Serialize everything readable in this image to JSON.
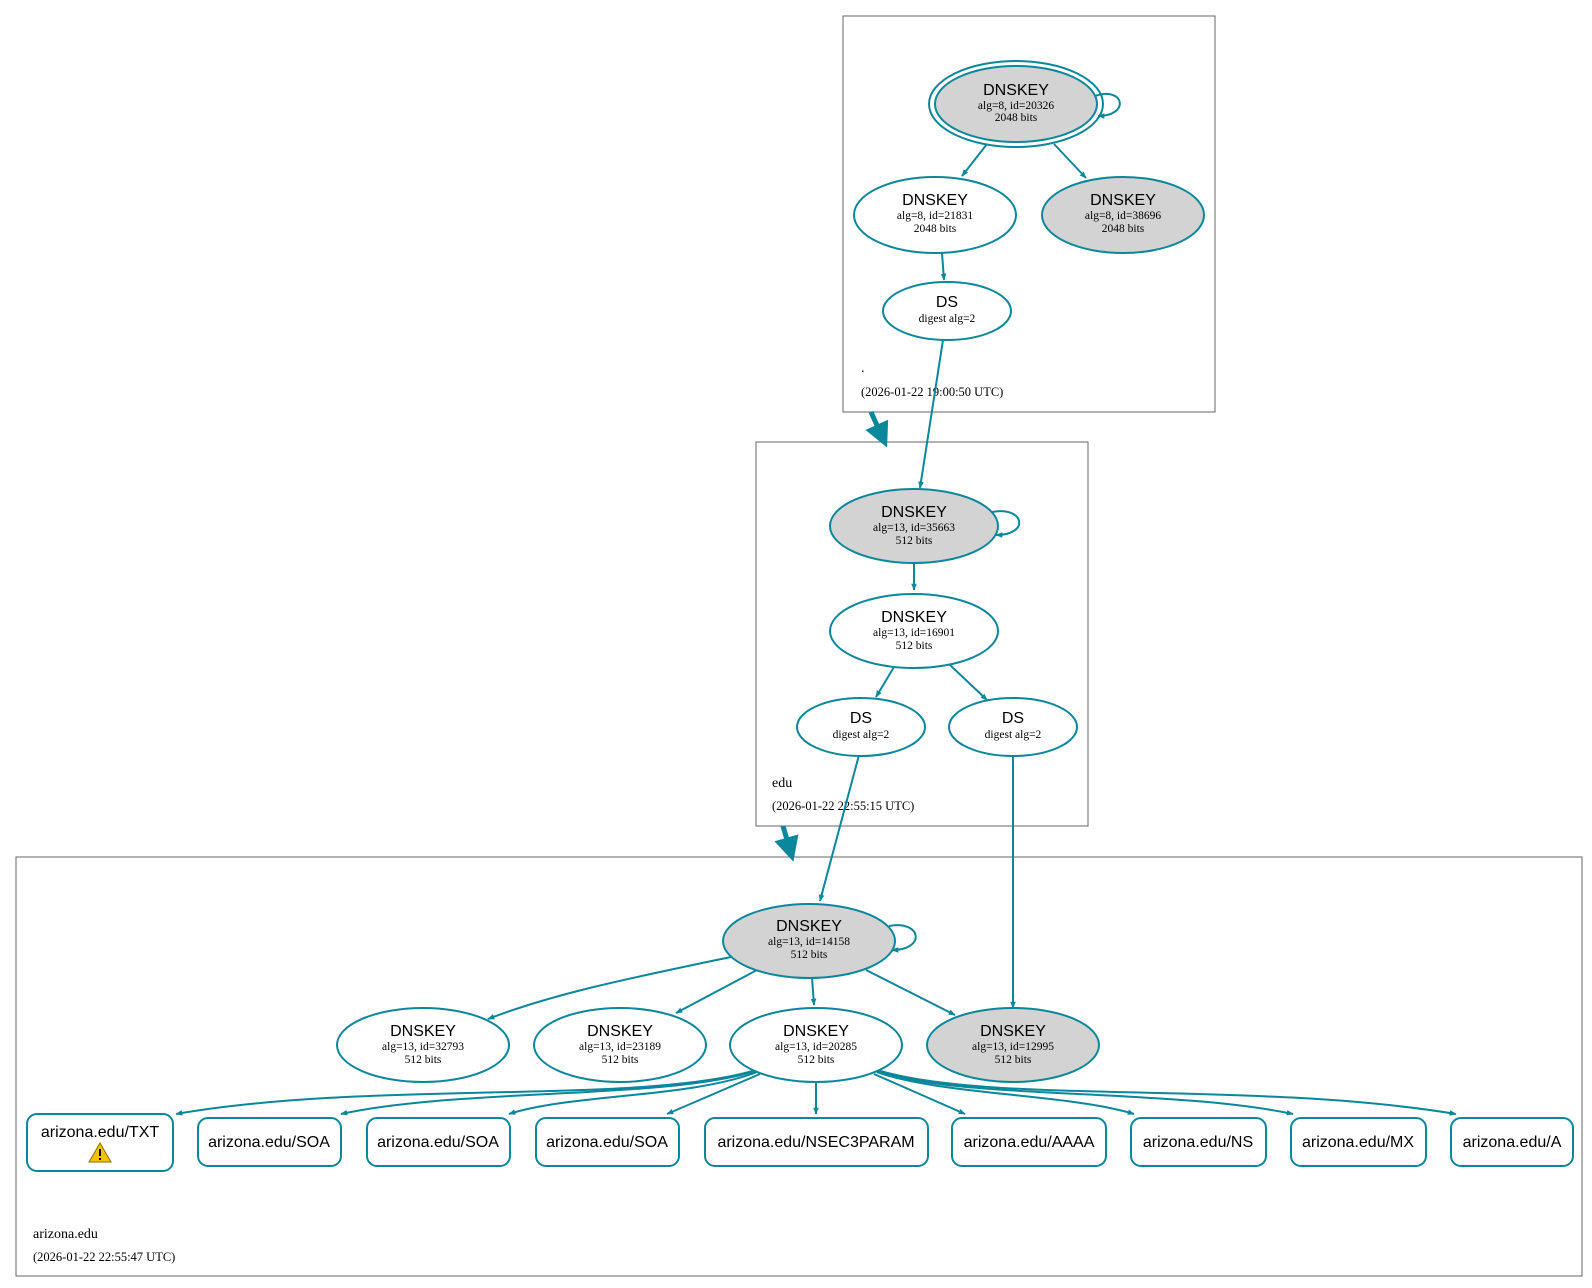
{
  "colors": {
    "edge": "#0a879a",
    "ksk_fill": "#d3d3d3",
    "zsk_fill": "#ffffff",
    "warning": "#f2c400"
  },
  "zones": {
    "root": {
      "name": ".",
      "timestamp": "(2026-01-22 19:00:50 UTC)"
    },
    "edu": {
      "name": "edu",
      "timestamp": "(2026-01-22 22:55:15 UTC)"
    },
    "arizona": {
      "name": "arizona.edu",
      "timestamp": "(2026-01-22 22:55:47 UTC)"
    }
  },
  "nodes": {
    "root_ksk": {
      "title": "DNSKEY",
      "line1": "alg=8, id=20326",
      "line2": "2048 bits"
    },
    "root_zsk1": {
      "title": "DNSKEY",
      "line1": "alg=8, id=21831",
      "line2": "2048 bits"
    },
    "root_zsk2": {
      "title": "DNSKEY",
      "line1": "alg=8, id=38696",
      "line2": "2048 bits"
    },
    "root_ds": {
      "title": "DS",
      "line1": "digest alg=2"
    },
    "edu_ksk": {
      "title": "DNSKEY",
      "line1": "alg=13, id=35663",
      "line2": "512 bits"
    },
    "edu_zsk": {
      "title": "DNSKEY",
      "line1": "alg=13, id=16901",
      "line2": "512 bits"
    },
    "edu_ds1": {
      "title": "DS",
      "line1": "digest alg=2"
    },
    "edu_ds2": {
      "title": "DS",
      "line1": "digest alg=2"
    },
    "az_ksk": {
      "title": "DNSKEY",
      "line1": "alg=13, id=14158",
      "line2": "512 bits"
    },
    "az_k1": {
      "title": "DNSKEY",
      "line1": "alg=13, id=32793",
      "line2": "512 bits"
    },
    "az_k2": {
      "title": "DNSKEY",
      "line1": "alg=13, id=23189",
      "line2": "512 bits"
    },
    "az_k3": {
      "title": "DNSKEY",
      "line1": "alg=13, id=20285",
      "line2": "512 bits"
    },
    "az_k4": {
      "title": "DNSKEY",
      "line1": "alg=13, id=12995",
      "line2": "512 bits"
    }
  },
  "rrsets": {
    "txt": "arizona.edu/TXT",
    "soa1": "arizona.edu/SOA",
    "soa2": "arizona.edu/SOA",
    "soa3": "arizona.edu/SOA",
    "nsec3param": "arizona.edu/NSEC3PARAM",
    "aaaa": "arizona.edu/AAAA",
    "ns": "arizona.edu/NS",
    "mx": "arizona.edu/MX",
    "a": "arizona.edu/A"
  },
  "icons": {
    "txt_warning": "warning-icon"
  }
}
